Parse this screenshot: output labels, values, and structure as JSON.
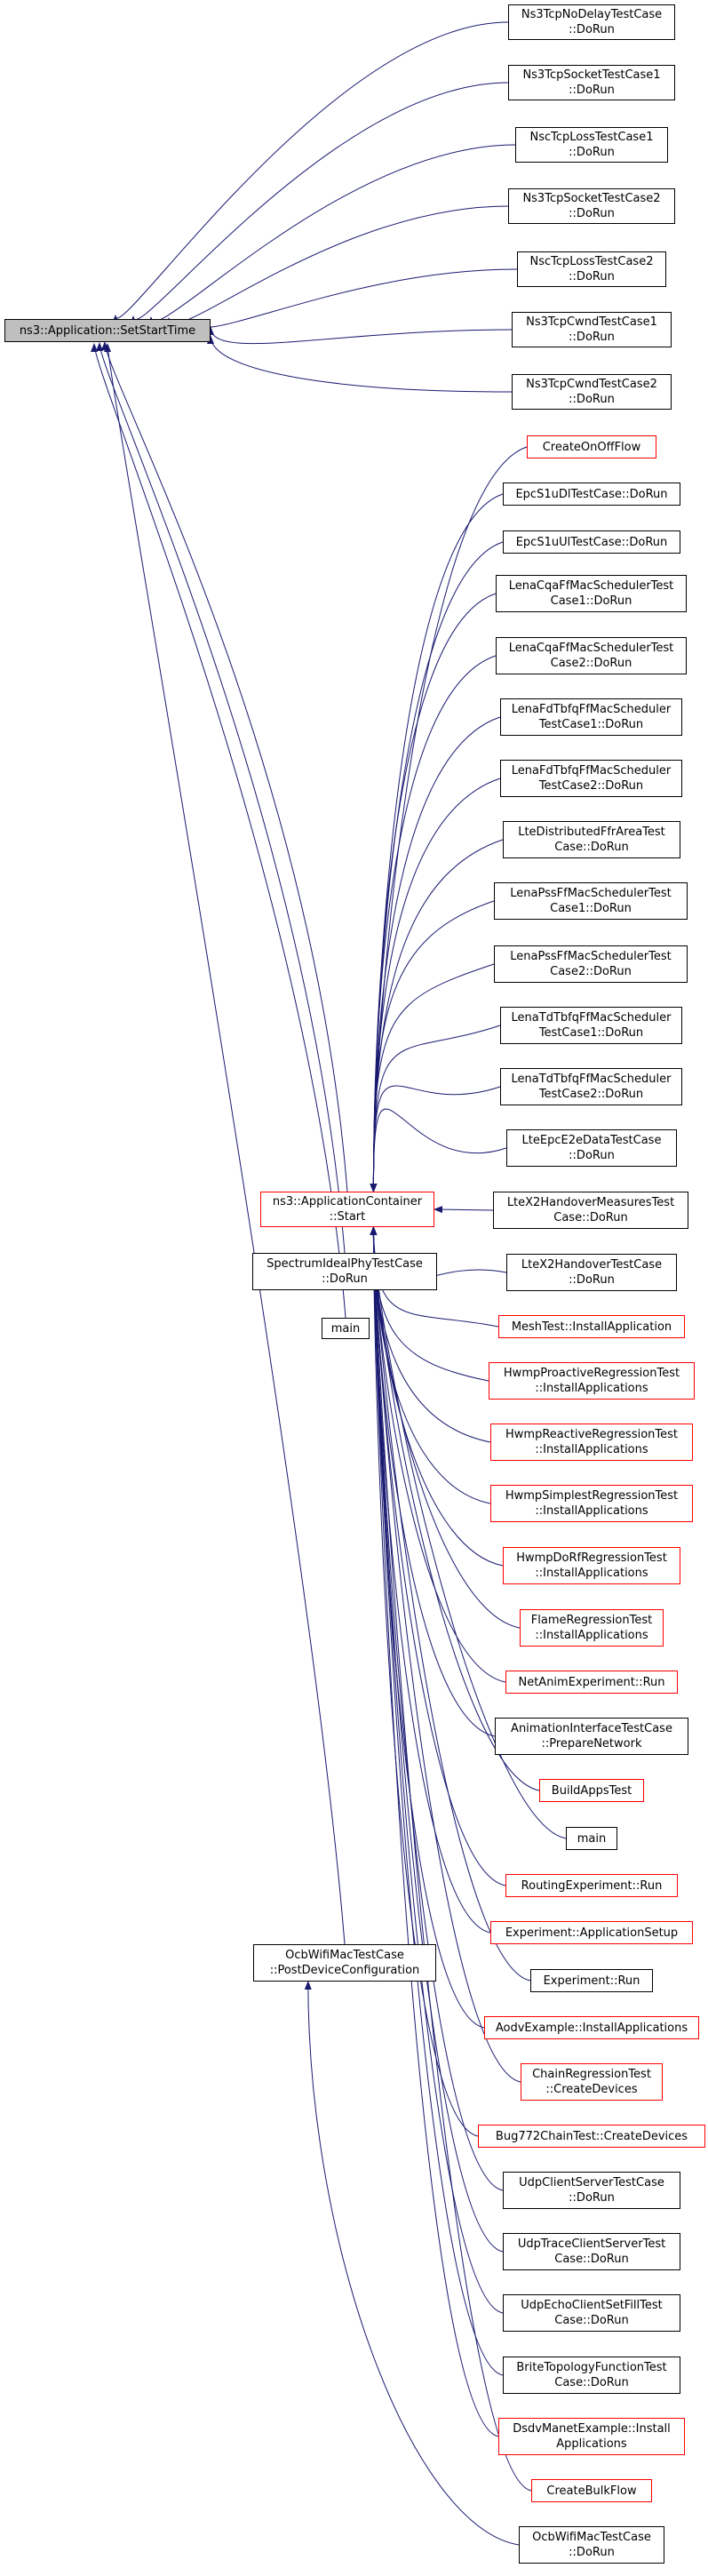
{
  "colors": {
    "edge": "#191970",
    "border": "#000000",
    "border_undocumented": "#ff0000",
    "root_fill": "#bfbfbf"
  },
  "nodes": [
    {
      "id": "root",
      "lines": [
        "ns3::Application::SetStartTime"
      ],
      "style": "root"
    },
    {
      "id": "n1",
      "lines": [
        "Ns3TcpNoDelayTestCase",
        "::DoRun"
      ],
      "style": "black"
    },
    {
      "id": "n2",
      "lines": [
        "Ns3TcpSocketTestCase1",
        "::DoRun"
      ],
      "style": "black"
    },
    {
      "id": "n3",
      "lines": [
        "NscTcpLossTestCase1",
        "::DoRun"
      ],
      "style": "black"
    },
    {
      "id": "n4",
      "lines": [
        "Ns3TcpSocketTestCase2",
        "::DoRun"
      ],
      "style": "black"
    },
    {
      "id": "n5",
      "lines": [
        "NscTcpLossTestCase2",
        "::DoRun"
      ],
      "style": "black"
    },
    {
      "id": "n6",
      "lines": [
        "Ns3TcpCwndTestCase1",
        "::DoRun"
      ],
      "style": "black"
    },
    {
      "id": "n7",
      "lines": [
        "Ns3TcpCwndTestCase2",
        "::DoRun"
      ],
      "style": "black"
    },
    {
      "id": "app",
      "lines": [
        "ns3::ApplicationContainer",
        "::Start"
      ],
      "style": "red"
    },
    {
      "id": "spec",
      "lines": [
        "SpectrumIdealPhyTestCase",
        "::DoRun"
      ],
      "style": "black"
    },
    {
      "id": "main1",
      "lines": [
        "main"
      ],
      "style": "black"
    },
    {
      "id": "ocbpost",
      "lines": [
        "OcbWifiMacTestCase",
        "::PostDeviceConfiguration"
      ],
      "style": "black"
    },
    {
      "id": "c01",
      "lines": [
        "CreateOnOffFlow"
      ],
      "style": "red"
    },
    {
      "id": "c02",
      "lines": [
        "EpcS1uDlTestCase::DoRun"
      ],
      "style": "black"
    },
    {
      "id": "c03",
      "lines": [
        "EpcS1uUlTestCase::DoRun"
      ],
      "style": "black"
    },
    {
      "id": "c04",
      "lines": [
        "LenaCqaFfMacSchedulerTest",
        "Case1::DoRun"
      ],
      "style": "black"
    },
    {
      "id": "c05",
      "lines": [
        "LenaCqaFfMacSchedulerTest",
        "Case2::DoRun"
      ],
      "style": "black"
    },
    {
      "id": "c06",
      "lines": [
        "LenaFdTbfqFfMacScheduler",
        "TestCase1::DoRun"
      ],
      "style": "black"
    },
    {
      "id": "c07",
      "lines": [
        "LenaFdTbfqFfMacScheduler",
        "TestCase2::DoRun"
      ],
      "style": "black"
    },
    {
      "id": "c08",
      "lines": [
        "LteDistributedFfrAreaTest",
        "Case::DoRun"
      ],
      "style": "black"
    },
    {
      "id": "c09",
      "lines": [
        "LenaPssFfMacSchedulerTest",
        "Case1::DoRun"
      ],
      "style": "black"
    },
    {
      "id": "c10",
      "lines": [
        "LenaPssFfMacSchedulerTest",
        "Case2::DoRun"
      ],
      "style": "black"
    },
    {
      "id": "c11",
      "lines": [
        "LenaTdTbfqFfMacScheduler",
        "TestCase1::DoRun"
      ],
      "style": "black"
    },
    {
      "id": "c12",
      "lines": [
        "LenaTdTbfqFfMacScheduler",
        "TestCase2::DoRun"
      ],
      "style": "black"
    },
    {
      "id": "c13",
      "lines": [
        "LteEpcE2eDataTestCase",
        "::DoRun"
      ],
      "style": "black"
    },
    {
      "id": "c14",
      "lines": [
        "LteX2HandoverMeasuresTest",
        "Case::DoRun"
      ],
      "style": "black"
    },
    {
      "id": "c15",
      "lines": [
        "LteX2HandoverTestCase",
        "::DoRun"
      ],
      "style": "black"
    },
    {
      "id": "c16",
      "lines": [
        "MeshTest::InstallApplication"
      ],
      "style": "red"
    },
    {
      "id": "c17",
      "lines": [
        "HwmpProactiveRegressionTest",
        "::InstallApplications"
      ],
      "style": "red"
    },
    {
      "id": "c18",
      "lines": [
        "HwmpReactiveRegressionTest",
        "::InstallApplications"
      ],
      "style": "red"
    },
    {
      "id": "c19",
      "lines": [
        "HwmpSimplestRegressionTest",
        "::InstallApplications"
      ],
      "style": "red"
    },
    {
      "id": "c20",
      "lines": [
        "HwmpDoRfRegressionTest",
        "::InstallApplications"
      ],
      "style": "red"
    },
    {
      "id": "c21",
      "lines": [
        "FlameRegressionTest",
        "::InstallApplications"
      ],
      "style": "red"
    },
    {
      "id": "c22",
      "lines": [
        "NetAnimExperiment::Run"
      ],
      "style": "red"
    },
    {
      "id": "c23",
      "lines": [
        "AnimationInterfaceTestCase",
        "::PrepareNetwork"
      ],
      "style": "black"
    },
    {
      "id": "c24",
      "lines": [
        "BuildAppsTest"
      ],
      "style": "red"
    },
    {
      "id": "c25",
      "lines": [
        "main"
      ],
      "style": "black"
    },
    {
      "id": "c26",
      "lines": [
        "RoutingExperiment::Run"
      ],
      "style": "red"
    },
    {
      "id": "c27",
      "lines": [
        "Experiment::ApplicationSetup"
      ],
      "style": "red"
    },
    {
      "id": "c28",
      "lines": [
        "Experiment::Run"
      ],
      "style": "black"
    },
    {
      "id": "c29",
      "lines": [
        "AodvExample::InstallApplications"
      ],
      "style": "red"
    },
    {
      "id": "c30",
      "lines": [
        "ChainRegressionTest",
        "::CreateDevices"
      ],
      "style": "red"
    },
    {
      "id": "c31",
      "lines": [
        "Bug772ChainTest::CreateDevices"
      ],
      "style": "red"
    },
    {
      "id": "c32",
      "lines": [
        "UdpClientServerTestCase",
        "::DoRun"
      ],
      "style": "black"
    },
    {
      "id": "c33",
      "lines": [
        "UdpTraceClientServerTest",
        "Case::DoRun"
      ],
      "style": "black"
    },
    {
      "id": "c34",
      "lines": [
        "UdpEchoClientSetFillTest",
        "Case::DoRun"
      ],
      "style": "black"
    },
    {
      "id": "c35",
      "lines": [
        "BriteTopologyFunctionTest",
        "Case::DoRun"
      ],
      "style": "black"
    },
    {
      "id": "c36",
      "lines": [
        "DsdvManetExample::Install",
        "Applications"
      ],
      "style": "red"
    },
    {
      "id": "c37",
      "lines": [
        "CreateBulkFlow"
      ],
      "style": "red"
    },
    {
      "id": "c38",
      "lines": [
        "OcbWifiMacTestCase",
        "::DoRun"
      ],
      "style": "black"
    }
  ],
  "edges": [
    [
      "n1",
      "root"
    ],
    [
      "n2",
      "root"
    ],
    [
      "n3",
      "root"
    ],
    [
      "n4",
      "root"
    ],
    [
      "n5",
      "root"
    ],
    [
      "n6",
      "root"
    ],
    [
      "n7",
      "root"
    ],
    [
      "app",
      "root"
    ],
    [
      "spec",
      "root"
    ],
    [
      "main1",
      "root"
    ],
    [
      "ocbpost",
      "root"
    ],
    [
      "c01",
      "app"
    ],
    [
      "c02",
      "app"
    ],
    [
      "c03",
      "app"
    ],
    [
      "c04",
      "app"
    ],
    [
      "c05",
      "app"
    ],
    [
      "c06",
      "app"
    ],
    [
      "c07",
      "app"
    ],
    [
      "c08",
      "app"
    ],
    [
      "c09",
      "app"
    ],
    [
      "c10",
      "app"
    ],
    [
      "c11",
      "app"
    ],
    [
      "c12",
      "app"
    ],
    [
      "c13",
      "app"
    ],
    [
      "c14",
      "app"
    ],
    [
      "c15",
      "app"
    ],
    [
      "c16",
      "app"
    ],
    [
      "c17",
      "app"
    ],
    [
      "c18",
      "app"
    ],
    [
      "c19",
      "app"
    ],
    [
      "c20",
      "app"
    ],
    [
      "c21",
      "app"
    ],
    [
      "c22",
      "app"
    ],
    [
      "c23",
      "app"
    ],
    [
      "c24",
      "app"
    ],
    [
      "c25",
      "app"
    ],
    [
      "c26",
      "app"
    ],
    [
      "c27",
      "app"
    ],
    [
      "c28",
      "app"
    ],
    [
      "c29",
      "app"
    ],
    [
      "c30",
      "app"
    ],
    [
      "c31",
      "app"
    ],
    [
      "c32",
      "app"
    ],
    [
      "c33",
      "app"
    ],
    [
      "c34",
      "app"
    ],
    [
      "c35",
      "app"
    ],
    [
      "c36",
      "app"
    ],
    [
      "c37",
      "app"
    ],
    [
      "c38",
      "ocbpost"
    ]
  ]
}
